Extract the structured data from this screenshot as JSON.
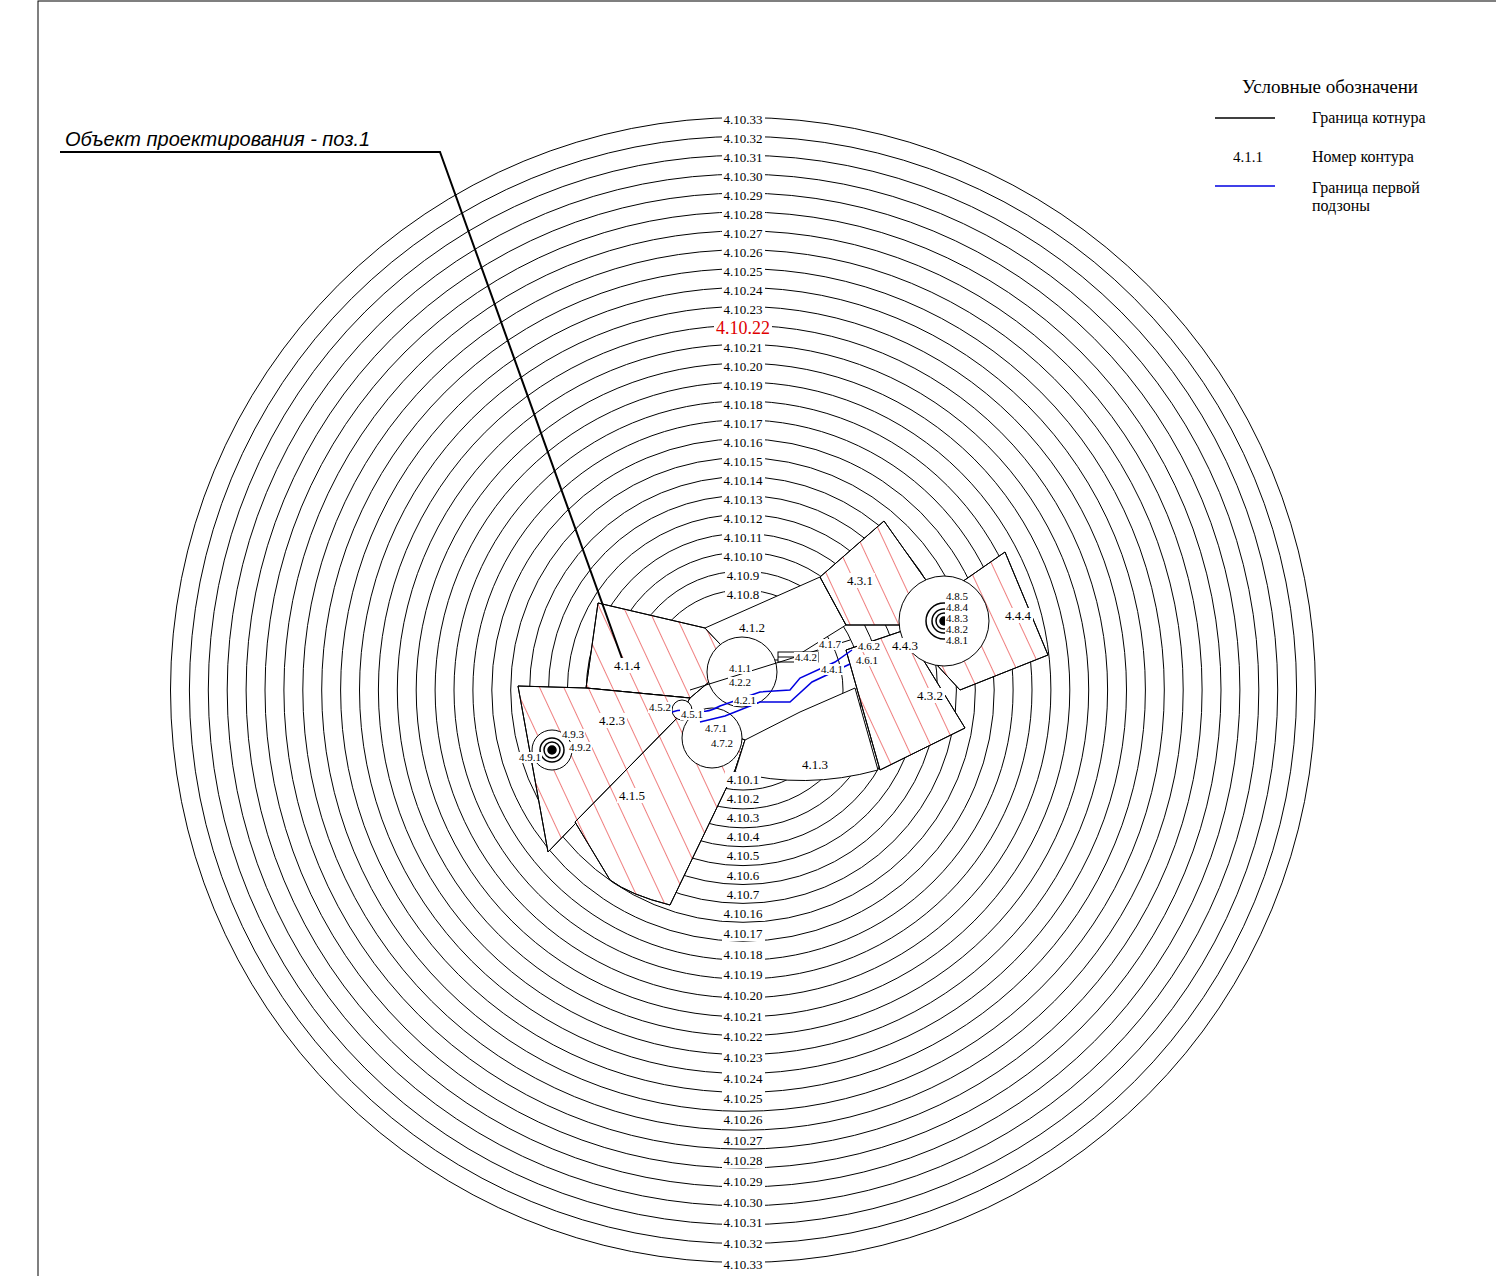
{
  "diagram": {
    "labels": [
      "Объект проектирования - поз.1",
      "Условные обозначени",
      "4.1.1",
      "4.10.33",
      "4.10.32",
      "4.10.31",
      "4.10.30",
      "4.10.29",
      "4.10.28",
      "4.10.27",
      "4.10.26",
      "4.10.25",
      "4.10.24",
      "4.10.23",
      "4.10.22",
      "4.10.21",
      "4.10.20",
      "4.10.19",
      "4.10.18",
      "4.10.17",
      "4.10.16",
      "4.10.15",
      "4.10.14",
      "4.10.13",
      "4.10.12",
      "4.10.11",
      "4.10.10",
      "4.10.9",
      "4.10.8",
      "4.10.1",
      "4.10.2",
      "4.10.3",
      "4.10.4",
      "4.10.5",
      "4.10.6",
      "4.10.7",
      "4.10.16",
      "4.10.17",
      "4.10.18",
      "4.10.19",
      "4.10.20",
      "4.10.21",
      "4.10.22",
      "4.10.23",
      "4.10.24",
      "4.10.25",
      "4.10.26",
      "4.10.27",
      "4.10.28",
      "4.10.29",
      "4.10.30",
      "4.10.31",
      "4.10.32",
      "4.10.33",
      "4.1.2",
      "4.1.4",
      "4.2.3",
      "4.1.5",
      "4.1.3",
      "4.3.1",
      "4.3.2",
      "4.4.3",
      "4.4.4",
      "4.1.1",
      "4.2.2",
      "4.2.1",
      "4.5.2",
      "4.5.1",
      "4.7.1",
      "4.7.2",
      "4.1.7",
      "4.4.2",
      "4.4.1",
      "4.6.2",
      "4.6.1",
      "4.8.5",
      "4.8.4",
      "4.8.3",
      "4.8.2",
      "4.8.1",
      "4.9.3",
      "4.9.2",
      "4.9.1"
    ],
    "legend": [
      {
        "text": "Граница котнура"
      },
      {
        "text": "Номер контура"
      },
      {
        "text": "Граница первой подзоны"
      }
    ]
  }
}
